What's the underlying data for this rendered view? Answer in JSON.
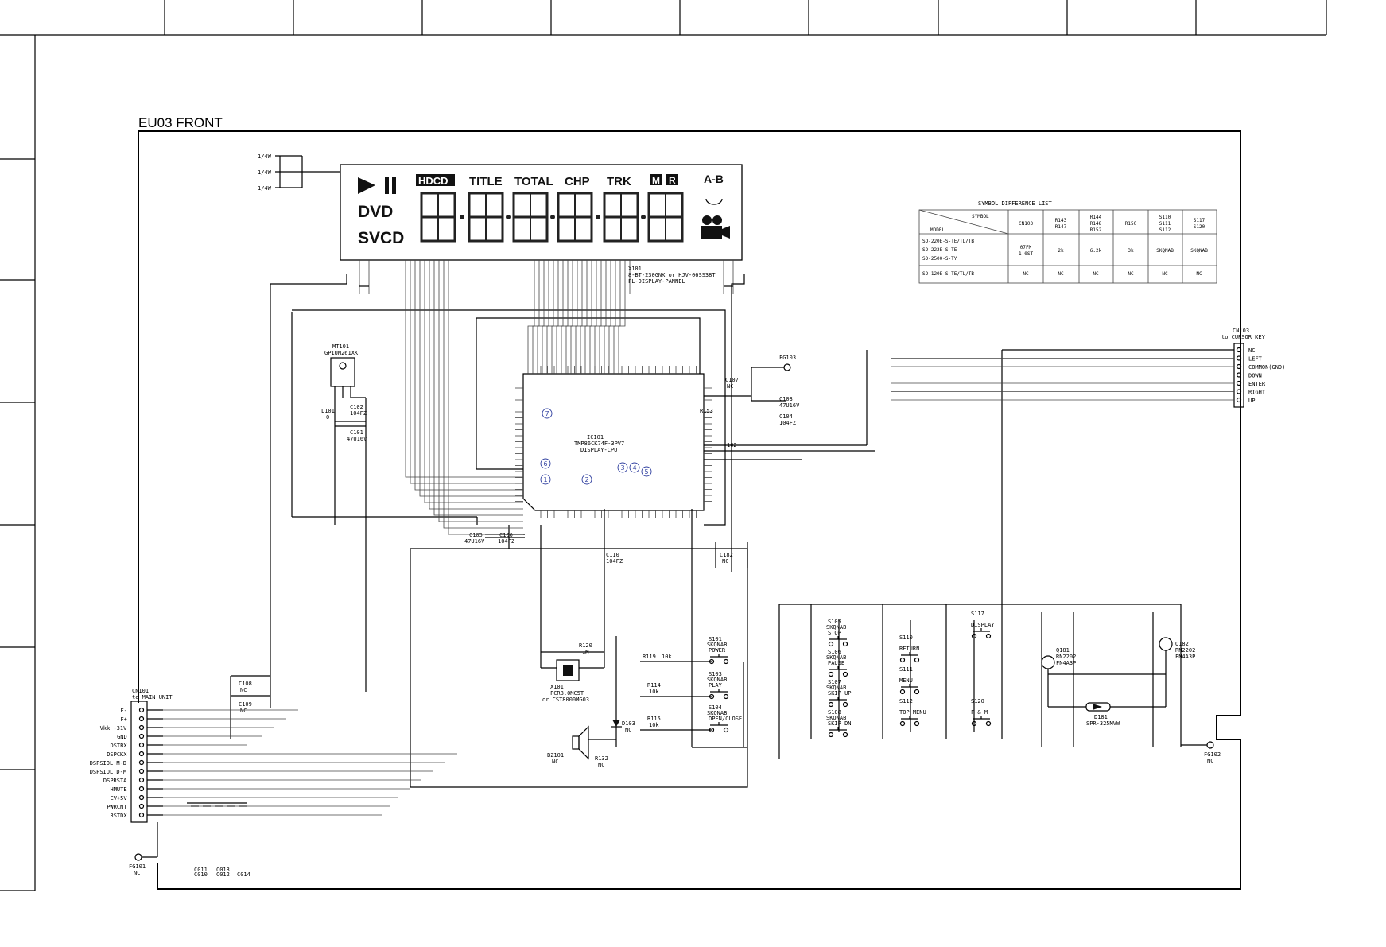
{
  "section_title": "EU03 FRONT",
  "display": {
    "ref": "X101",
    "part": "8-BT-230GNK or HJV-06SS38T",
    "desc": "FL-DISPLAY-PANNEL",
    "indicators": [
      "HDCD",
      "TITLE",
      "TOTAL",
      "CHP",
      "TRK",
      "M",
      "R",
      "A-B",
      "DVD",
      "SVCD"
    ]
  },
  "cpu": {
    "ref": "IC101",
    "part": "TMP86CK74F-3PV7",
    "desc": "DISPLAY-CPU"
  },
  "mic": {
    "ref": "MT101",
    "part": "GP1UM261XK"
  },
  "resonator": {
    "ref": "X101",
    "part": "FCR8.0MC5T",
    "alt": "or CST8000MG03"
  },
  "buzzer": {
    "ref": "BZ101",
    "value": "NC"
  },
  "cn101": {
    "ref": "CN101",
    "to": "to MAIN UNIT",
    "pins": [
      "F-",
      "F+",
      "Vkk -31V",
      "GND",
      "DSTBX",
      "DSPCKX",
      "DSPSIOL M-D",
      "DSPSIOL D-M",
      "DSPRSTA",
      "HMUTE",
      "EV+5V",
      "PWRCNT",
      "RSTDX"
    ]
  },
  "cn103": {
    "ref": "CN103",
    "to": "to CURSOR KEY",
    "pins": [
      "NC",
      "LEFT",
      "COMMON(GND)",
      "DOWN",
      "ENTER",
      "RIGHT",
      "UP"
    ]
  },
  "switches": [
    {
      "ref": "S101",
      "part": "SKQNAB",
      "func": "POWER"
    },
    {
      "ref": "S103",
      "part": "SKQNAB",
      "func": "PLAY"
    },
    {
      "ref": "S104",
      "part": "SKQNAB",
      "func": "OPEN/CLOSE"
    },
    {
      "ref": "S105",
      "part": "SKQNAB",
      "func": "STOP"
    },
    {
      "ref": "S106",
      "part": "SKQNAB",
      "func": "PAUSE"
    },
    {
      "ref": "S107",
      "part": "SKQNAB",
      "func": "SKIP UP"
    },
    {
      "ref": "S108",
      "part": "SKQNAB",
      "func": "SKIP DN"
    },
    {
      "ref": "S110",
      "part": "",
      "func": "RETURN"
    },
    {
      "ref": "S111",
      "part": "",
      "func": "MENU"
    },
    {
      "ref": "S112",
      "part": "",
      "func": "TOP MENU"
    },
    {
      "ref": "S117",
      "part": "",
      "func": "DISPLAY"
    },
    {
      "ref": "S120",
      "part": "",
      "func": "F & M"
    }
  ],
  "transistors": [
    {
      "ref": "Q181",
      "part": "RN2202",
      "alt": "FN4A3P"
    },
    {
      "ref": "Q182",
      "part": "RN2202",
      "alt": "FN4A3P"
    }
  ],
  "led": {
    "ref": "D181",
    "part": "SPR-325MVW"
  },
  "diode": {
    "ref": "D103",
    "value": "NC"
  },
  "labels": {
    "fg101": "FG101",
    "fg102": "FG102",
    "fg103": "FG103",
    "nc": "NC",
    "r1_4w": "1/4W",
    "c102": "C102",
    "c102v": "104FZ",
    "c101": "C101",
    "c101v": "47U16V",
    "c103": "C103",
    "c103v": "47U16V",
    "c104": "C104",
    "c104v": "104FZ",
    "c105": "C105",
    "c105v": "47U16V",
    "c106": "C106",
    "c106v": "104FZ",
    "c107": "C107",
    "c108": "C108",
    "c109": "C109",
    "c110": "C110",
    "c110v": "104FZ",
    "c182": "C182",
    "c010": "C010",
    "c011": "C011",
    "c012": "C012",
    "c013": "C013",
    "c014": "C014",
    "l101": "L101",
    "l101v": "0",
    "r120": "R120",
    "r120v": "1M",
    "r119": "R119",
    "r119v": "10k",
    "r114": "R114",
    "r114v": "10k",
    "r115": "R115",
    "r115v": "10k",
    "r132": "R132",
    "r153": "R153",
    "r153v": "102"
  },
  "sdl": {
    "title": "SYMBOL DIFFERENCE LIST",
    "head_symbol": "SYMBOL",
    "head_model": "MODEL",
    "cols": [
      "CN103",
      "R143\nR147",
      "R144\nR148\nR152",
      "R150",
      "S110\nS111\nS112",
      "S117\nS120"
    ],
    "rows": [
      {
        "models": [
          "SD-220E-S-TE/TL/TB",
          "SD-222E-S-TE",
          "SD-2500-S-TY"
        ],
        "vals": [
          "07FM\n1.0ST",
          "2k",
          "6.2k",
          "3k",
          "SKQNAB",
          "SKQNAB"
        ]
      },
      {
        "models": [
          "SD-120E-S-TE/TL/TB"
        ],
        "vals": [
          "NC",
          "NC",
          "NC",
          "NC",
          "NC",
          "NC"
        ]
      }
    ]
  },
  "markers": [
    "1",
    "2",
    "3",
    "4",
    "5",
    "6",
    "7"
  ]
}
